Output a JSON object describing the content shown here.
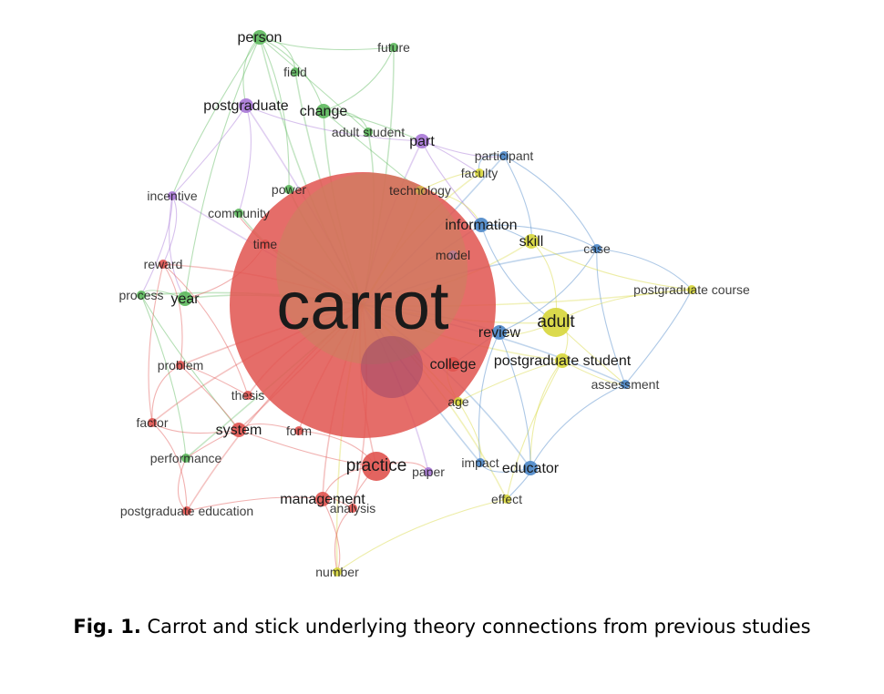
{
  "figure": {
    "caption_label": "Fig. 1.",
    "caption_text": "Carrot and stick underlying theory connections from previous studies"
  },
  "cluster_colors": {
    "red": "#e0534f",
    "green": "#5cb85c",
    "purple": "#a775d6",
    "blue": "#4a86c8",
    "yellow": "#d7d63a"
  },
  "nodes": [
    {
      "id": "carrot",
      "label": "carrot",
      "cluster": "red",
      "size": "xl"
    },
    {
      "id": "person",
      "label": "person",
      "cluster": "green",
      "size": "m"
    },
    {
      "id": "future",
      "label": "future",
      "cluster": "green",
      "size": "s"
    },
    {
      "id": "field",
      "label": "field",
      "cluster": "green",
      "size": "s"
    },
    {
      "id": "postgraduate",
      "label": "postgraduate",
      "cluster": "purple",
      "size": "m"
    },
    {
      "id": "change",
      "label": "change",
      "cluster": "green",
      "size": "m"
    },
    {
      "id": "adult-student",
      "label": "adult student",
      "cluster": "green",
      "size": "s"
    },
    {
      "id": "part",
      "label": "part",
      "cluster": "purple",
      "size": "m"
    },
    {
      "id": "participant",
      "label": "participant",
      "cluster": "blue",
      "size": "s"
    },
    {
      "id": "faculty",
      "label": "faculty",
      "cluster": "yellow",
      "size": "s"
    },
    {
      "id": "incentive",
      "label": "incentive",
      "cluster": "purple",
      "size": "s"
    },
    {
      "id": "power",
      "label": "power",
      "cluster": "green",
      "size": "s"
    },
    {
      "id": "technology",
      "label": "technology",
      "cluster": "yellow",
      "size": "s"
    },
    {
      "id": "community",
      "label": "community",
      "cluster": "green",
      "size": "s"
    },
    {
      "id": "information",
      "label": "information",
      "cluster": "blue",
      "size": "m"
    },
    {
      "id": "time",
      "label": "time",
      "cluster": "red",
      "size": "s"
    },
    {
      "id": "skill",
      "label": "skill",
      "cluster": "yellow",
      "size": "m"
    },
    {
      "id": "model",
      "label": "model",
      "cluster": "purple",
      "size": "s"
    },
    {
      "id": "case",
      "label": "case",
      "cluster": "blue",
      "size": "s"
    },
    {
      "id": "reward",
      "label": "reward",
      "cluster": "red",
      "size": "s"
    },
    {
      "id": "postgraduate-course",
      "label": "postgraduate course",
      "cluster": "yellow",
      "size": "s"
    },
    {
      "id": "process",
      "label": "process",
      "cluster": "green",
      "size": "s"
    },
    {
      "id": "year",
      "label": "year",
      "cluster": "green",
      "size": "m"
    },
    {
      "id": "adult",
      "label": "adult",
      "cluster": "yellow",
      "size": "l"
    },
    {
      "id": "review",
      "label": "review",
      "cluster": "blue",
      "size": "m"
    },
    {
      "id": "problem",
      "label": "problem",
      "cluster": "red",
      "size": "s"
    },
    {
      "id": "college",
      "label": "college",
      "cluster": "red",
      "size": "m"
    },
    {
      "id": "postgraduate-student",
      "label": "postgraduate student",
      "cluster": "yellow",
      "size": "m"
    },
    {
      "id": "assessment",
      "label": "assessment",
      "cluster": "blue",
      "size": "s"
    },
    {
      "id": "thesis",
      "label": "thesis",
      "cluster": "red",
      "size": "s"
    },
    {
      "id": "age",
      "label": "age",
      "cluster": "yellow",
      "size": "s"
    },
    {
      "id": "factor",
      "label": "factor",
      "cluster": "red",
      "size": "s"
    },
    {
      "id": "system",
      "label": "system",
      "cluster": "red",
      "size": "m"
    },
    {
      "id": "form",
      "label": "form",
      "cluster": "red",
      "size": "s"
    },
    {
      "id": "performance",
      "label": "performance",
      "cluster": "green",
      "size": "s"
    },
    {
      "id": "practice",
      "label": "practice",
      "cluster": "red",
      "size": "l"
    },
    {
      "id": "paper",
      "label": "paper",
      "cluster": "purple",
      "size": "s"
    },
    {
      "id": "impact",
      "label": "impact",
      "cluster": "blue",
      "size": "s"
    },
    {
      "id": "educator",
      "label": "educator",
      "cluster": "blue",
      "size": "m"
    },
    {
      "id": "management",
      "label": "management",
      "cluster": "red",
      "size": "m"
    },
    {
      "id": "effect",
      "label": "effect",
      "cluster": "yellow",
      "size": "s"
    },
    {
      "id": "postgraduate-education",
      "label": "postgraduate education",
      "cluster": "red",
      "size": "s"
    },
    {
      "id": "analysis",
      "label": "analysis",
      "cluster": "red",
      "size": "s"
    },
    {
      "id": "number",
      "label": "number",
      "cluster": "yellow",
      "size": "s"
    }
  ],
  "edges": [
    [
      "carrot",
      "person"
    ],
    [
      "carrot",
      "future"
    ],
    [
      "carrot",
      "field"
    ],
    [
      "carrot",
      "postgraduate"
    ],
    [
      "carrot",
      "change"
    ],
    [
      "carrot",
      "adult-student"
    ],
    [
      "carrot",
      "part"
    ],
    [
      "carrot",
      "participant"
    ],
    [
      "carrot",
      "faculty"
    ],
    [
      "carrot",
      "incentive"
    ],
    [
      "carrot",
      "power"
    ],
    [
      "carrot",
      "technology"
    ],
    [
      "carrot",
      "community"
    ],
    [
      "carrot",
      "information"
    ],
    [
      "carrot",
      "time"
    ],
    [
      "carrot",
      "skill"
    ],
    [
      "carrot",
      "case"
    ],
    [
      "carrot",
      "reward"
    ],
    [
      "carrot",
      "postgraduate-course"
    ],
    [
      "carrot",
      "process"
    ],
    [
      "carrot",
      "year"
    ],
    [
      "carrot",
      "adult"
    ],
    [
      "carrot",
      "review"
    ],
    [
      "carrot",
      "problem"
    ],
    [
      "carrot",
      "postgraduate-student"
    ],
    [
      "carrot",
      "assessment"
    ],
    [
      "carrot",
      "thesis"
    ],
    [
      "carrot",
      "age"
    ],
    [
      "carrot",
      "factor"
    ],
    [
      "carrot",
      "system"
    ],
    [
      "carrot",
      "form"
    ],
    [
      "carrot",
      "performance"
    ],
    [
      "carrot",
      "practice"
    ],
    [
      "carrot",
      "paper"
    ],
    [
      "carrot",
      "impact"
    ],
    [
      "carrot",
      "educator"
    ],
    [
      "carrot",
      "management"
    ],
    [
      "carrot",
      "effect"
    ],
    [
      "carrot",
      "postgraduate-education"
    ],
    [
      "carrot",
      "analysis"
    ],
    [
      "carrot",
      "number"
    ],
    [
      "person",
      "field"
    ],
    [
      "person",
      "future"
    ],
    [
      "person",
      "change"
    ],
    [
      "person",
      "postgraduate"
    ],
    [
      "person",
      "adult-student"
    ],
    [
      "person",
      "year"
    ],
    [
      "person",
      "power"
    ],
    [
      "person",
      "incentive"
    ],
    [
      "change",
      "adult-student"
    ],
    [
      "change",
      "part"
    ],
    [
      "change",
      "future"
    ],
    [
      "change",
      "technology"
    ],
    [
      "postgraduate",
      "incentive"
    ],
    [
      "postgraduate",
      "part"
    ],
    [
      "postgraduate",
      "community"
    ],
    [
      "part",
      "faculty"
    ],
    [
      "part",
      "participant"
    ],
    [
      "part",
      "information"
    ],
    [
      "incentive",
      "process"
    ],
    [
      "incentive",
      "year"
    ],
    [
      "incentive",
      "reward"
    ],
    [
      "process",
      "year"
    ],
    [
      "process",
      "performance"
    ],
    [
      "process",
      "system"
    ],
    [
      "reward",
      "problem"
    ],
    [
      "reward",
      "factor"
    ],
    [
      "reward",
      "thesis"
    ],
    [
      "problem",
      "factor"
    ],
    [
      "problem",
      "system"
    ],
    [
      "problem",
      "thesis"
    ],
    [
      "factor",
      "postgraduate-education"
    ],
    [
      "factor",
      "system"
    ],
    [
      "system",
      "performance"
    ],
    [
      "system",
      "form"
    ],
    [
      "system",
      "practice"
    ],
    [
      "practice",
      "management"
    ],
    [
      "practice",
      "paper"
    ],
    [
      "practice",
      "analysis"
    ],
    [
      "practice",
      "form"
    ],
    [
      "management",
      "analysis"
    ],
    [
      "management",
      "number"
    ],
    [
      "analysis",
      "number"
    ],
    [
      "postgraduate-education",
      "management"
    ],
    [
      "postgraduate-education",
      "performance"
    ],
    [
      "participant",
      "case"
    ],
    [
      "participant",
      "faculty"
    ],
    [
      "participant",
      "skill"
    ],
    [
      "information",
      "skill"
    ],
    [
      "information",
      "case"
    ],
    [
      "information",
      "adult"
    ],
    [
      "case",
      "postgraduate-course"
    ],
    [
      "case",
      "assessment"
    ],
    [
      "case",
      "review"
    ],
    [
      "adult",
      "postgraduate-course"
    ],
    [
      "adult",
      "postgraduate-student"
    ],
    [
      "adult",
      "review"
    ],
    [
      "adult",
      "skill"
    ],
    [
      "adult",
      "assessment"
    ],
    [
      "postgraduate-student",
      "assessment"
    ],
    [
      "postgraduate-student",
      "educator"
    ],
    [
      "postgraduate-student",
      "age"
    ],
    [
      "postgraduate-student",
      "effect"
    ],
    [
      "review",
      "college"
    ],
    [
      "review",
      "impact"
    ],
    [
      "review",
      "educator"
    ],
    [
      "assessment",
      "educator"
    ],
    [
      "assessment",
      "postgraduate-course"
    ],
    [
      "educator",
      "impact"
    ],
    [
      "educator",
      "effect"
    ],
    [
      "effect",
      "number"
    ],
    [
      "age",
      "impact"
    ],
    [
      "age",
      "college"
    ],
    [
      "faculty",
      "technology"
    ],
    [
      "skill",
      "postgraduate-course"
    ],
    [
      "technology",
      "information"
    ],
    [
      "time",
      "community"
    ],
    [
      "time",
      "year"
    ]
  ]
}
